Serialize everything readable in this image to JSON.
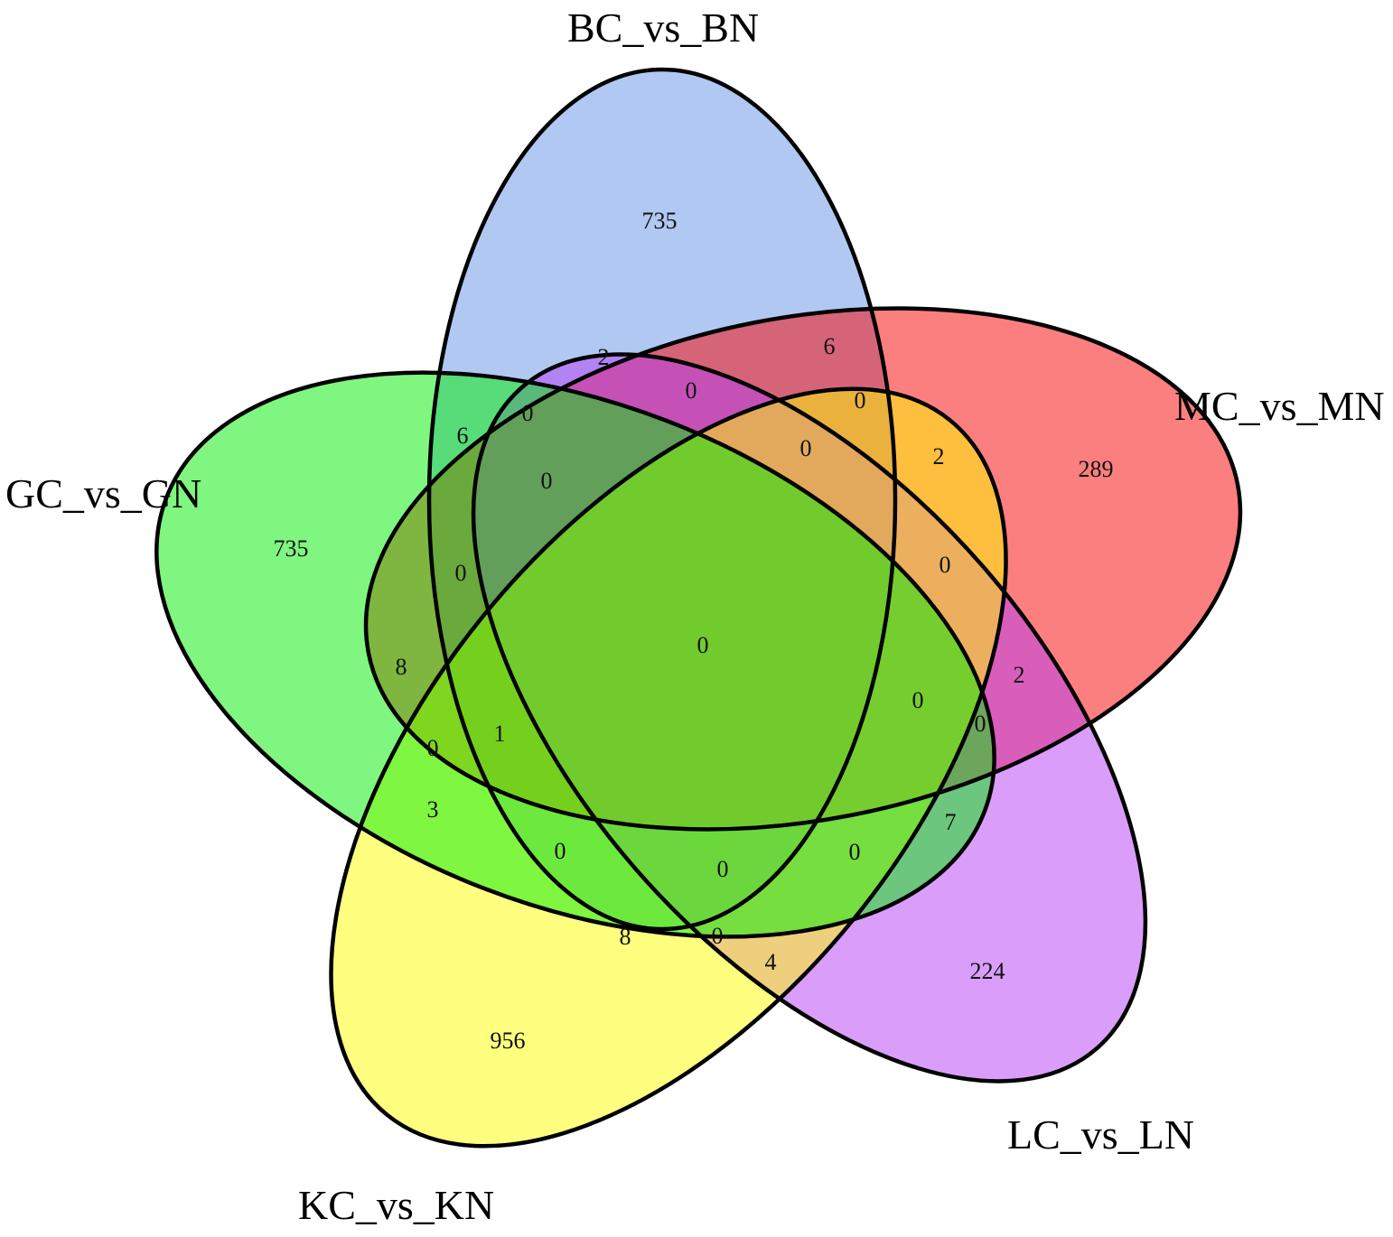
{
  "sets": [
    {
      "key": "bc",
      "name": "BC_vs_BN",
      "color": "#6f9be8"
    },
    {
      "key": "mc",
      "name": "MC_vs_MN",
      "color": "#fa0000"
    },
    {
      "key": "lc",
      "name": "LC_vs_LN",
      "color": "#b53ef5"
    },
    {
      "key": "kc",
      "name": "KC_vs_KN",
      "color": "#ffff00"
    },
    {
      "key": "gc",
      "name": "GC_vs_GN",
      "color": "#00ee00"
    }
  ],
  "regions": {
    "bc_only": "735",
    "gc_only": "735",
    "mc_only": "289",
    "lc_only": "224",
    "kc_only": "956",
    "center": "0",
    "r_2": "2",
    "r_6_top": "6",
    "r_0_a": "0",
    "r_0_b": "0",
    "r_0_c": "0",
    "r_6_left": "6",
    "r_0_d": "0",
    "r_0_e": "0",
    "r_2_right": "2",
    "r_0_f": "0",
    "r_0_g": "0",
    "r_8_left": "8",
    "r_2_lower_right": "2",
    "r_0_h": "0",
    "r_0_i": "0",
    "r_1": "1",
    "r_0_j": "0",
    "r_3": "3",
    "r_7": "7",
    "r_0_k": "0",
    "r_0_l": "0",
    "r_0_m": "0",
    "r_8_bottom": "8",
    "r_0_n": "0",
    "r_4": "4"
  }
}
